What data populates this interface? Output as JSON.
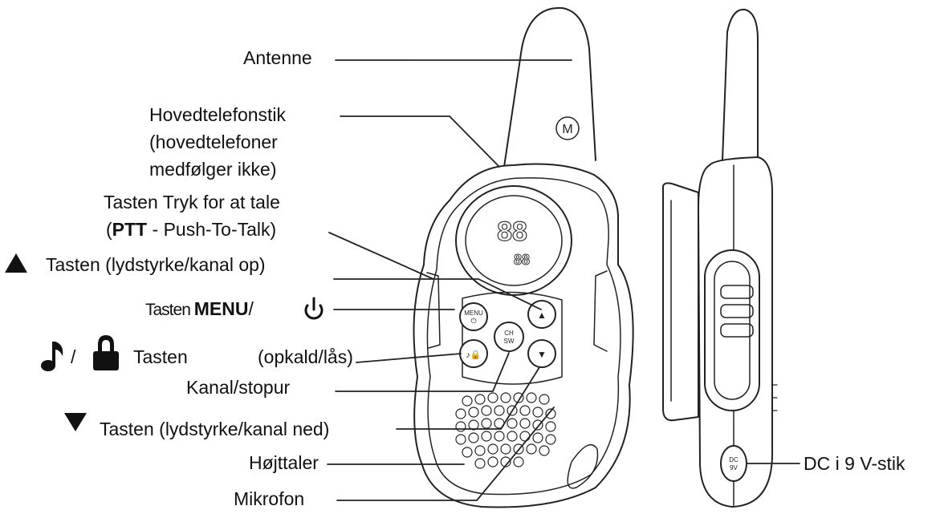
{
  "labels": {
    "antenna": "Antenne",
    "headset_jack_1": "Hovedtelefonstik",
    "headset_jack_2": "(hovedtelefoner",
    "headset_jack_3": "medfølger ikke)",
    "ptt_1": "Tasten Tryk for at tale",
    "ptt_2_prefix": "(",
    "ptt_2_bold": "PTT",
    "ptt_2_suffix": " - Push-To-Talk)",
    "up_key": "Tasten (lydstyrke/kanal op)",
    "menu_key_prefix": "Tasten ",
    "menu_key_bold": "MENU",
    "menu_key_suffix": "/",
    "call_lock_key_word": "Tasten",
    "call_lock_key_desc": "(opkald/lås)",
    "call_lock_separator": "/",
    "channel_stopwatch": "Kanal/stopur",
    "down_key": "Tasten (lydstyrke/kanal ned)",
    "speaker": "Højttaler",
    "microphone": "Mikrofon",
    "dc_jack": "DC i 9 V-stik"
  },
  "device": {
    "menu_button": "MENU",
    "ch_sw_button_1": "CH",
    "ch_sw_button_2": "SW",
    "lcd_digits": "88",
    "dc_jack_1": "DC",
    "dc_jack_2": "9V",
    "logo": "M"
  },
  "icons": {
    "up": "triangle-up-icon",
    "down": "triangle-down-icon",
    "power": "power-icon",
    "note": "music-note-icon",
    "lock": "padlock-icon"
  }
}
